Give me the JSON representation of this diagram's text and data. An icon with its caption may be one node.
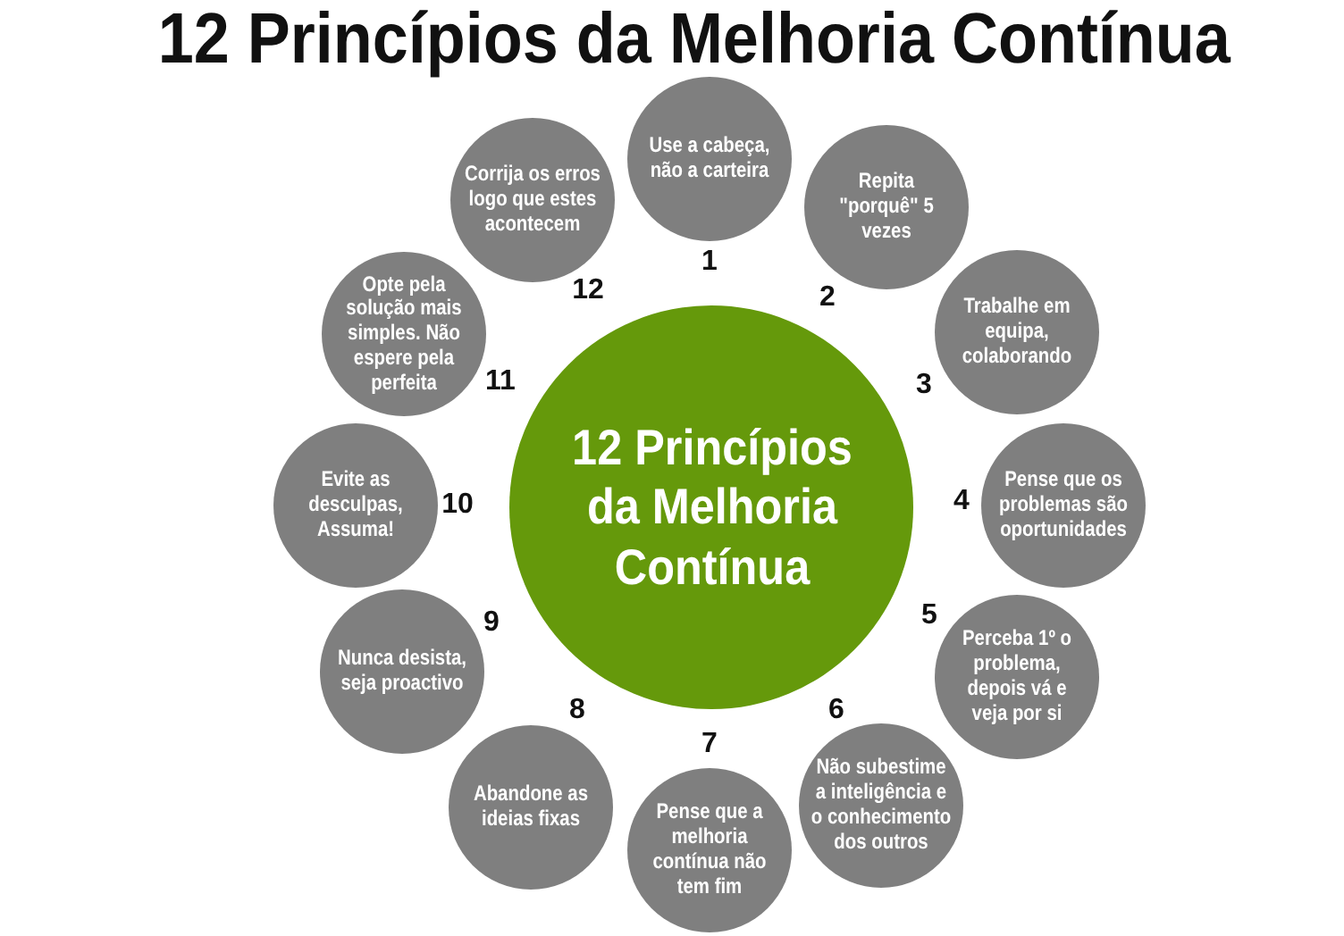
{
  "diagram": {
    "title": "12 Princípios da Melhoria Contínua",
    "nodes": [
      {
        "text": [
          "12 Princípios da Melhoria Contínua"
        ]
      },
      {
        "text": [
          "Use a cabeça, não a carteira"
        ],
        "beside": [
          "1"
        ]
      },
      {
        "text": [
          "Repita \"porquê\" 5 vezes"
        ],
        "beside": [
          "2"
        ]
      },
      {
        "text": [
          "Trabalhe em equipa, colaborando"
        ],
        "beside": [
          "3"
        ]
      },
      {
        "text": [
          "Pense que os problemas são oportunidades"
        ],
        "beside": [
          "4"
        ]
      },
      {
        "text": [
          "Perceba 1º o problema, depois vá e veja por si"
        ],
        "beside": [
          "5"
        ]
      },
      {
        "text": [
          "Não subestime a inteligência e o conhecimento dos outros"
        ],
        "beside": [
          "6"
        ]
      },
      {
        "text": [
          "Pense que a melhoria contínua não tem fim"
        ],
        "beside": [
          "7"
        ]
      },
      {
        "text": [
          "Abandone as ideias fixas"
        ],
        "beside": [
          "8"
        ]
      },
      {
        "text": [
          "Nunca desista, seja proactivo"
        ],
        "beside": [
          "9"
        ]
      },
      {
        "text": [
          "Evite as desculpas, Assuma!"
        ],
        "beside": [
          "10"
        ]
      },
      {
        "text": [
          "Opte pela solução mais simples. Não espere pela perfeita"
        ],
        "beside": [
          "11"
        ]
      },
      {
        "text": [
          "Corrija os erros logo que estes acontecem"
        ],
        "beside": [
          "12"
        ]
      }
    ]
  }
}
